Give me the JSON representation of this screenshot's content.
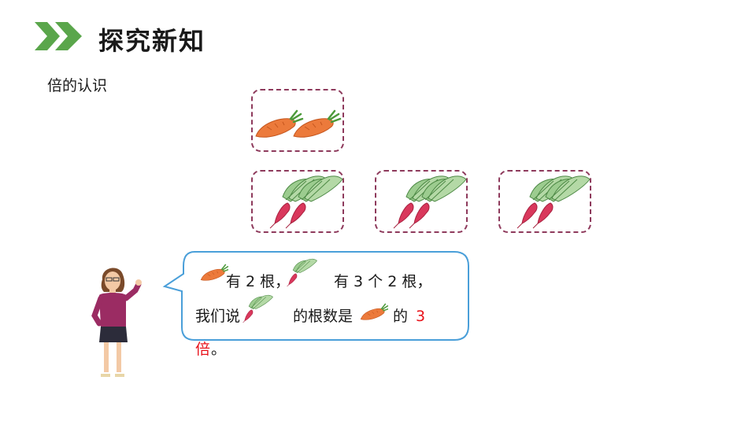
{
  "page": {
    "title": "探究新知",
    "subtitle": "倍的认识"
  },
  "icons": {
    "header": "double-chevron-icon",
    "carrot": "carrot-icon",
    "radish": "radish-icon",
    "teacher": "teacher-illustration"
  },
  "colors": {
    "accent_green": "#5aa64b",
    "box_border": "#8e3a5c",
    "bubble_border": "#4a9fd9",
    "highlight_red": "#e8121a"
  },
  "speech": {
    "line1_a": "有 2 根，",
    "line1_b": "有 3 个 2 根，",
    "line2_a": "我们说",
    "line2_b": "的根数是",
    "line2_c": "的",
    "line2_num": "3",
    "line3_red": "倍",
    "line3_end": "。"
  }
}
